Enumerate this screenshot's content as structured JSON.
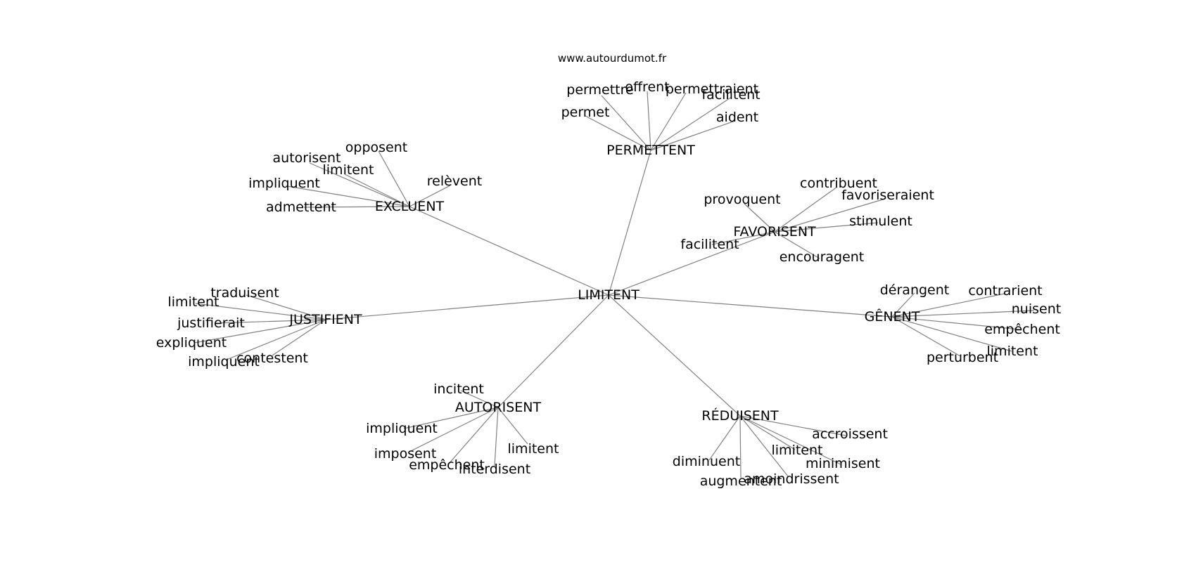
{
  "watermark": "www.autourdumot.fr",
  "graph": {
    "center": "LIMITENT",
    "clusters": [
      {
        "hub": "PERMETTENT",
        "leaves": [
          "permettre",
          "offrent",
          "permettraient",
          "facilitent",
          "permet",
          "aident"
        ]
      },
      {
        "hub": "EXCLUENT",
        "leaves": [
          "opposent",
          "autorisent",
          "limitent",
          "impliquent",
          "relèvent",
          "admettent"
        ]
      },
      {
        "hub": "FAVORISENT",
        "leaves": [
          "contribuent",
          "provoquent",
          "favoriseraient",
          "stimulent",
          "facilitent",
          "encouragent"
        ]
      },
      {
        "hub": "JUSTIFIENT",
        "leaves": [
          "traduisent",
          "limitent",
          "justifierait",
          "expliquent",
          "impliquent",
          "contestent"
        ]
      },
      {
        "hub": "GÊNENT",
        "leaves": [
          "dérangent",
          "contrarient",
          "nuisent",
          "empêchent",
          "limitent",
          "perturbent"
        ]
      },
      {
        "hub": "AUTORISENT",
        "leaves": [
          "incitent",
          "impliquent",
          "imposent",
          "empêchent",
          "interdisent",
          "limitent"
        ]
      },
      {
        "hub": "RÉDUISENT",
        "leaves": [
          "accroissent",
          "diminuent",
          "limitent",
          "minimisent",
          "augmentent",
          "amoindrissent"
        ]
      }
    ]
  }
}
